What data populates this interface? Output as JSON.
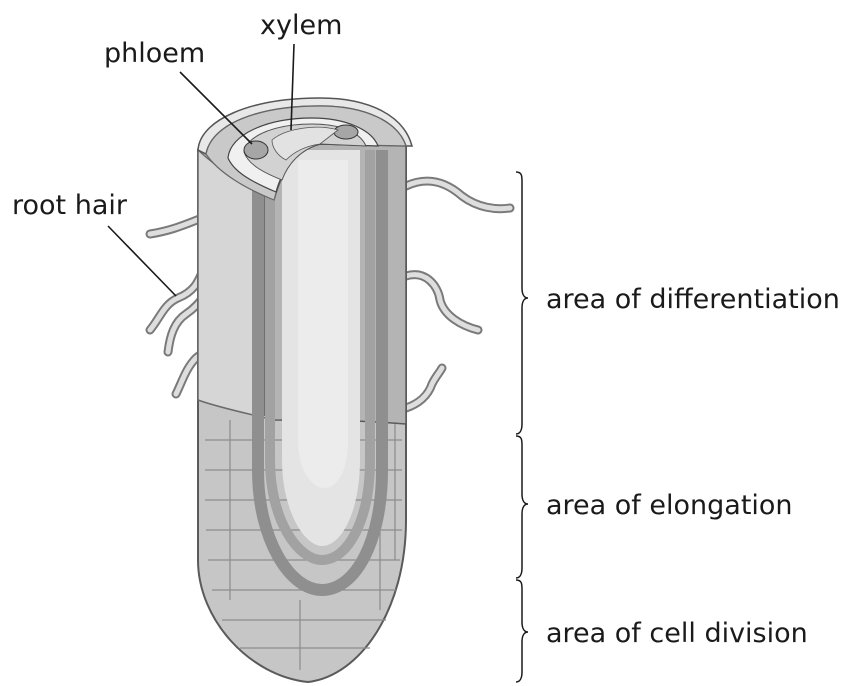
{
  "labels": {
    "xylem": "xylem",
    "phloem": "phloem",
    "root_hair": "root hair",
    "area_differentiation": "area of differentiation",
    "area_elongation": "area of elongation",
    "area_cell_division": "area of cell division"
  },
  "colors": {
    "outer_tissue": "#c8c8c8",
    "cut_face": "#b0b0b0",
    "inner_core": "#e4e4e4",
    "vascular_band": "#8f8f8f",
    "outline": "#555555",
    "text": "#1a1a1a"
  }
}
